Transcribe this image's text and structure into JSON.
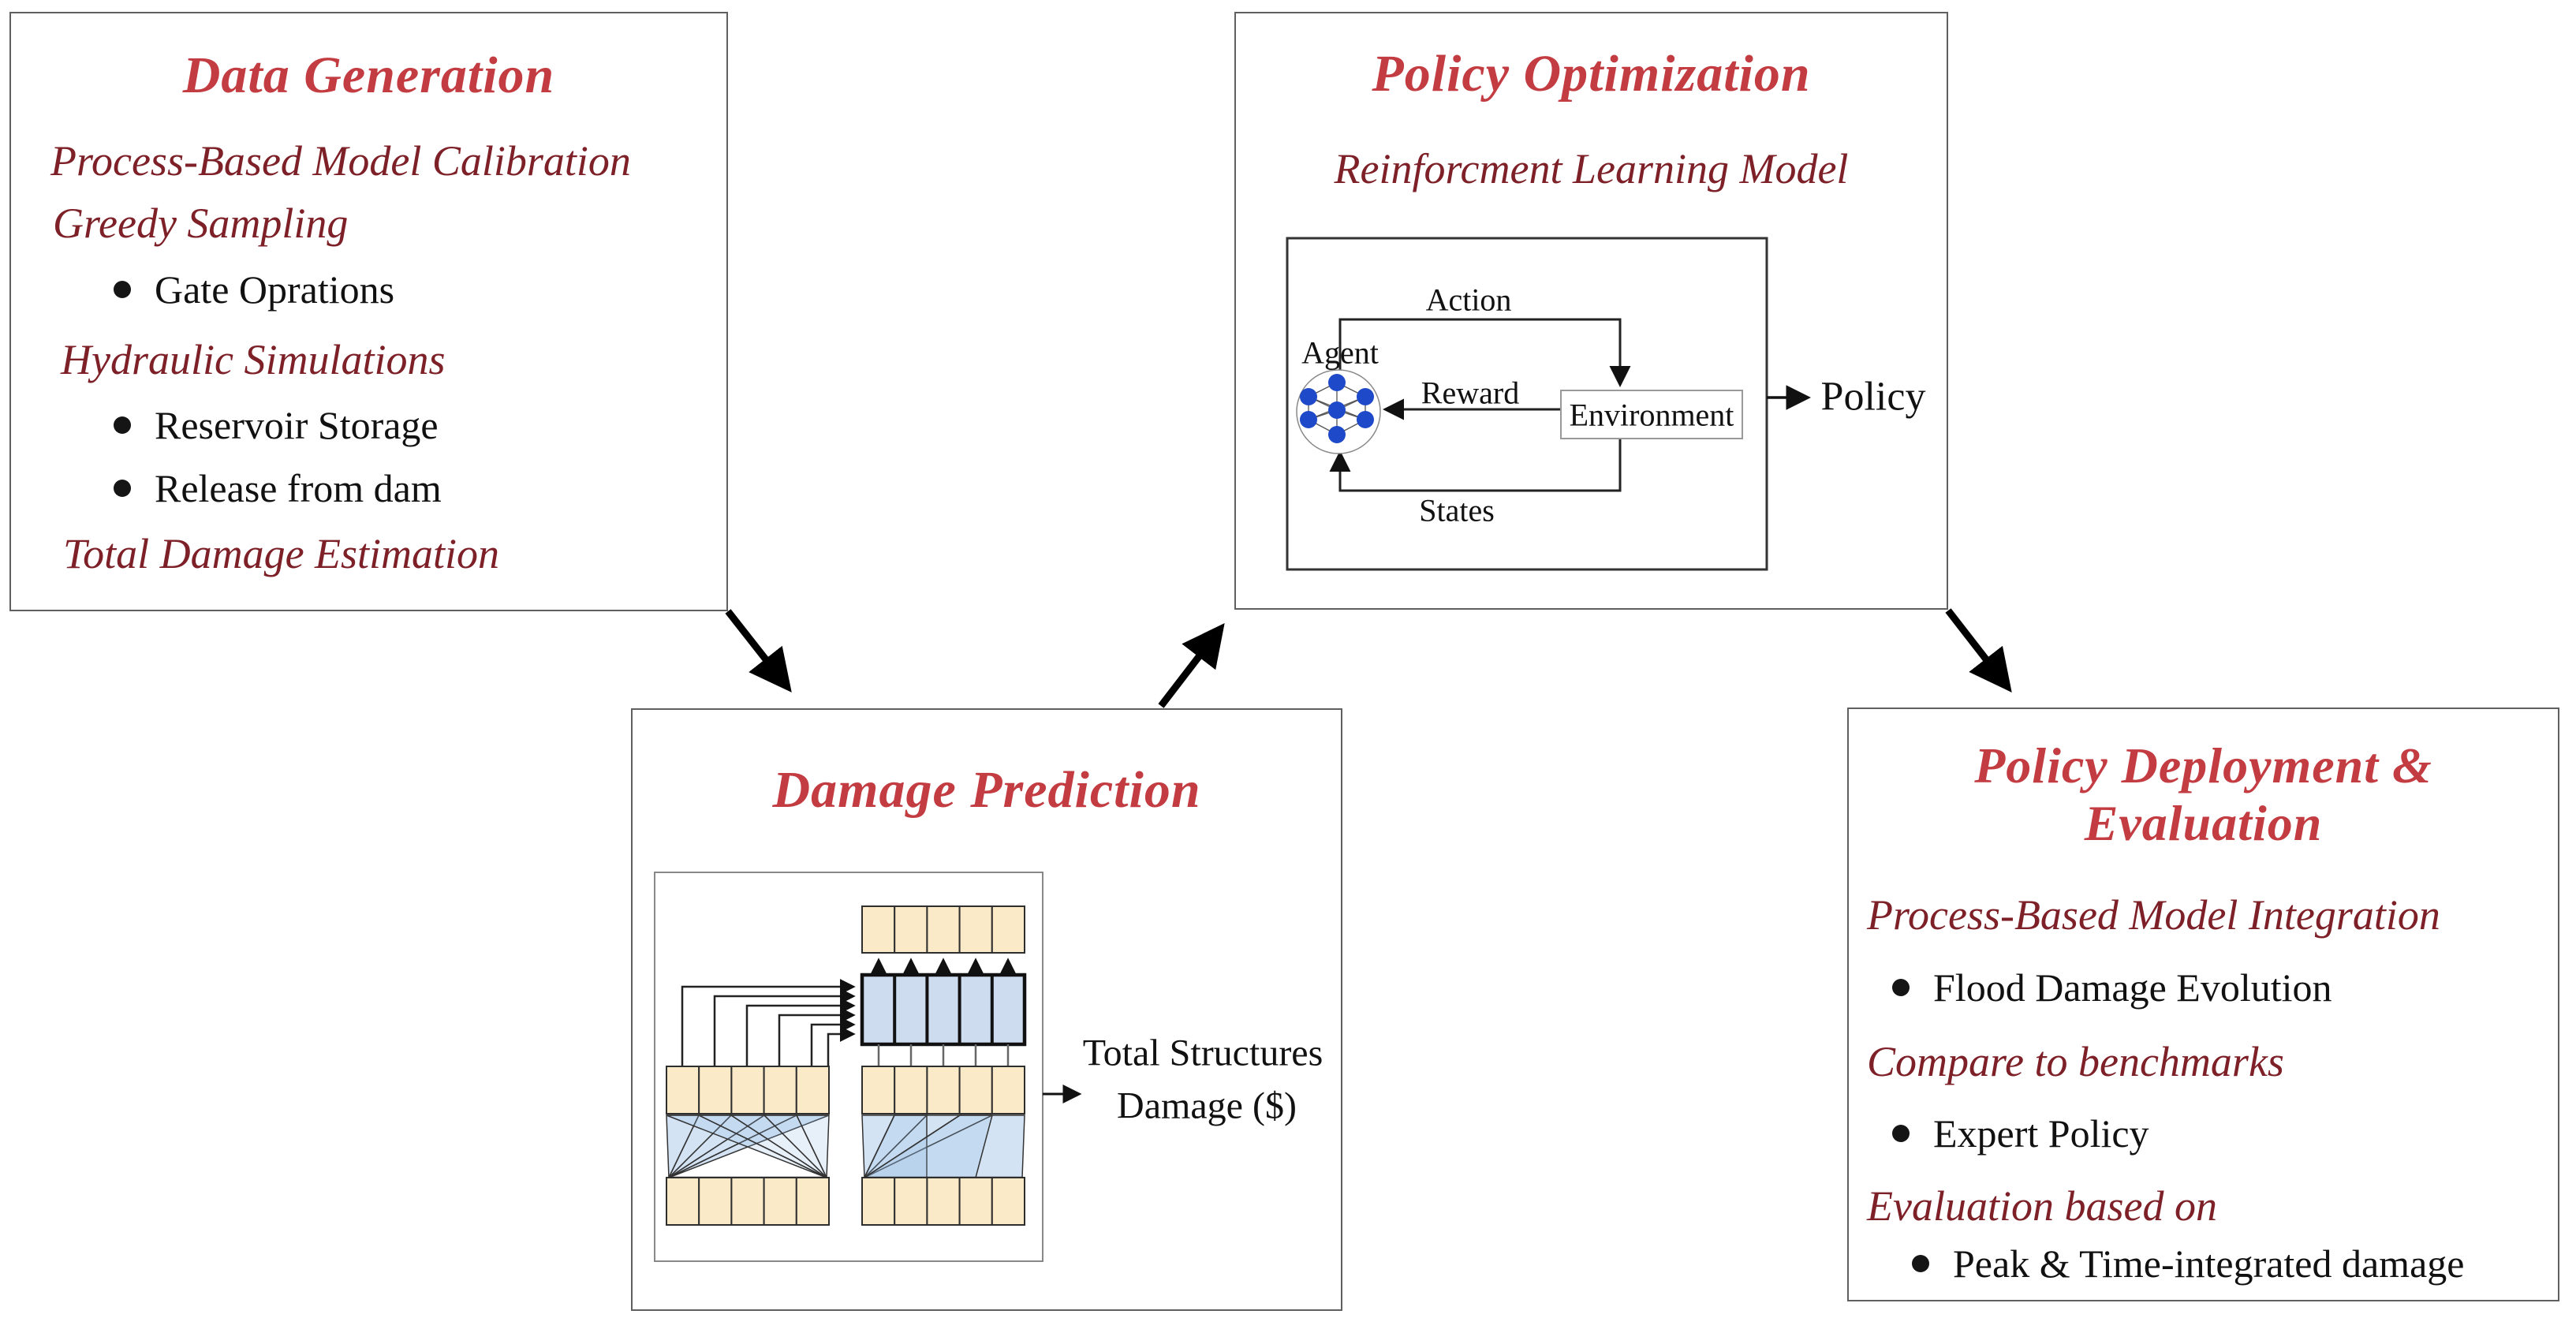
{
  "colors": {
    "title_red": "#C33C42",
    "maroon": "#7D2027",
    "node_blue": "#1E49C8",
    "cell_tan": "#FAEAC8",
    "cell_blue": "#CDDCEF"
  },
  "data_generation": {
    "title": "Data Generation",
    "header1": "Process-Based Model Calibration",
    "header2": "Greedy Sampling",
    "bullet1": "Gate Oprations",
    "header3": "Hydraulic Simulations",
    "bullet2": "Reservoir Storage",
    "bullet3": "Release from dam",
    "header4": "Total Damage Estimation"
  },
  "policy_optimization": {
    "title": "Policy Optimization",
    "subtitle": "Reinforcment Learning Model",
    "rl": {
      "action": "Action",
      "agent": "Agent",
      "reward": "Reward",
      "environment": "Environment",
      "states": "States",
      "policy": "Policy"
    }
  },
  "damage_prediction": {
    "title": "Damage Prediction",
    "output_line1": "Total Structures",
    "output_line2": "Damage ($)"
  },
  "policy_deployment": {
    "title_line1": "Policy Deployment &",
    "title_line2": "Evaluation",
    "header1": "Process-Based Model Integration",
    "bullet1": "Flood Damage Evolution",
    "header2": "Compare to benchmarks",
    "bullet2": "Expert Policy",
    "header3": "Evaluation based on",
    "bullet3": "Peak & Time-integrated damage"
  }
}
